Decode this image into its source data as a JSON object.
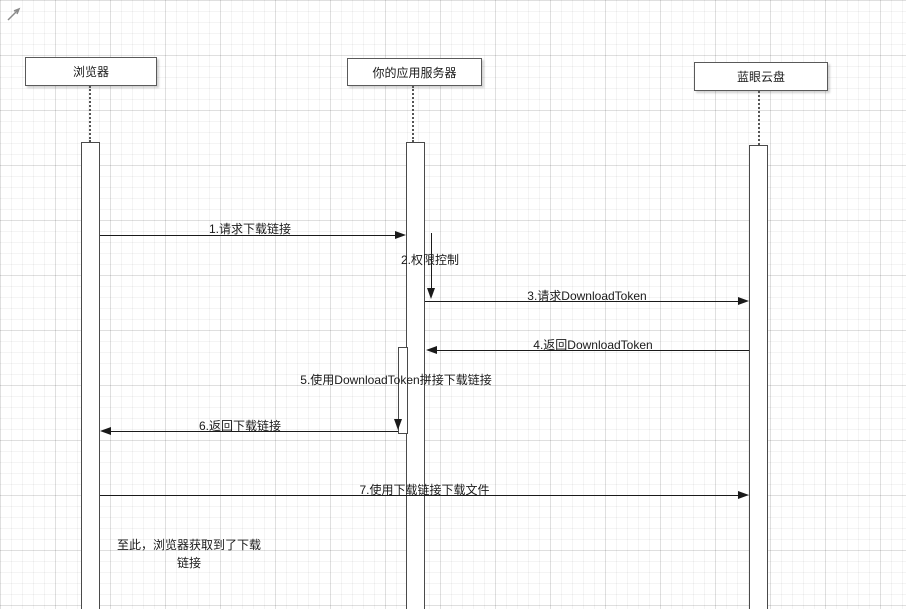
{
  "diagram": {
    "type": "uml-sequence",
    "participants": [
      {
        "id": "browser",
        "label": "浏览器"
      },
      {
        "id": "app-server",
        "label": "你的应用服务器"
      },
      {
        "id": "cloud-disk",
        "label": "蓝眼云盘"
      }
    ],
    "messages": [
      {
        "label": "1.请求下载链接",
        "from": "浏览器",
        "to": "你的应用服务器",
        "direction": "right"
      },
      {
        "label": "2.权限控制",
        "from": "你的应用服务器",
        "to": "你的应用服务器",
        "direction": "self"
      },
      {
        "label": "3.请求DownloadToken",
        "from": "你的应用服务器",
        "to": "蓝眼云盘",
        "direction": "right"
      },
      {
        "label": "4.返回DownloadToken",
        "from": "蓝眼云盘",
        "to": "你的应用服务器",
        "direction": "left"
      },
      {
        "label": "5.使用DownloadToken拼接下载链接",
        "from": "你的应用服务器",
        "to": "你的应用服务器",
        "direction": "self"
      },
      {
        "label": "6.返回下载链接",
        "from": "你的应用服务器",
        "to": "浏览器",
        "direction": "left"
      },
      {
        "label": "7.使用下载链接下载文件",
        "from": "浏览器",
        "to": "蓝眼云盘",
        "direction": "right"
      }
    ],
    "note": {
      "text": "至此，浏览器获取到了下载链接"
    },
    "colors": {
      "background": "#ffffff",
      "grid_minor": "#f1f1f1",
      "grid_major": "#e4e4e4",
      "line": "#1a1a1a",
      "box_border": "#5a5a5a"
    }
  }
}
